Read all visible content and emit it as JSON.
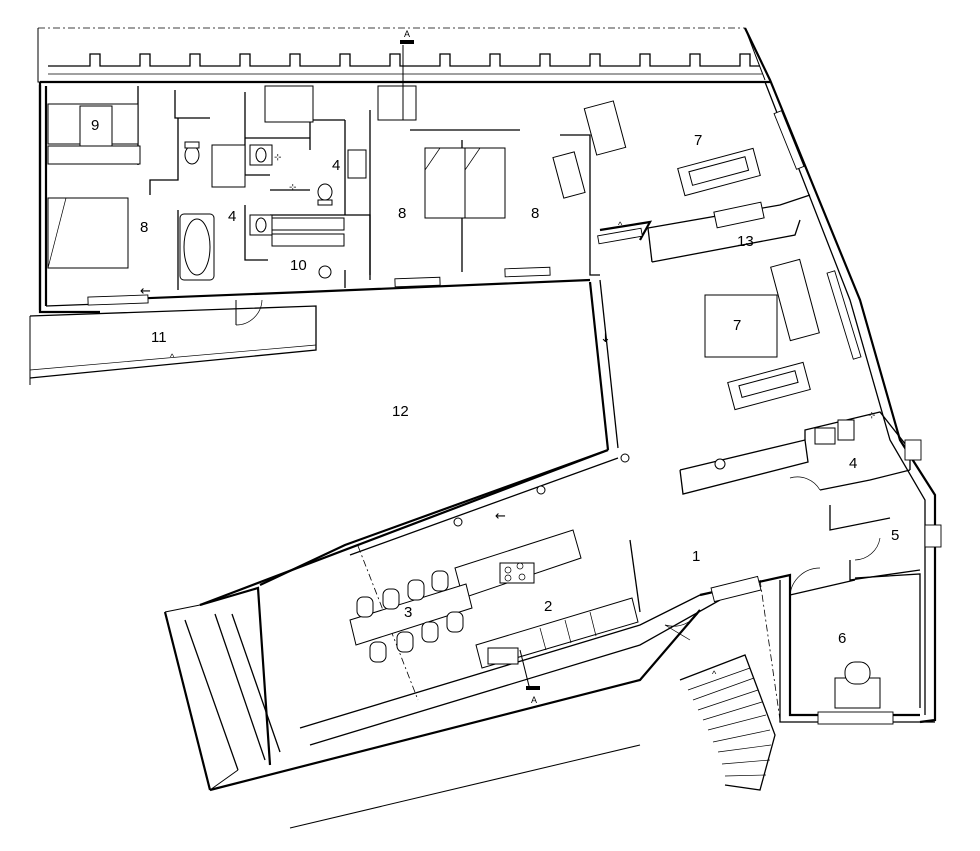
{
  "rooms": [
    {
      "id": "9",
      "label": "9"
    },
    {
      "id": "4-bath",
      "label": "4"
    },
    {
      "id": "4-wc-top",
      "label": "4"
    },
    {
      "id": "8-master",
      "label": "8"
    },
    {
      "id": "8-bed-mid",
      "label": "8"
    },
    {
      "id": "8-bed-right",
      "label": "8"
    },
    {
      "id": "10",
      "label": "10"
    },
    {
      "id": "7-top",
      "label": "7"
    },
    {
      "id": "13",
      "label": "13"
    },
    {
      "id": "7-living",
      "label": "7"
    },
    {
      "id": "11",
      "label": "11"
    },
    {
      "id": "12",
      "label": "12"
    },
    {
      "id": "4-wc-right",
      "label": "4"
    },
    {
      "id": "1",
      "label": "1"
    },
    {
      "id": "5",
      "label": "5"
    },
    {
      "id": "2",
      "label": "2"
    },
    {
      "id": "3",
      "label": "3"
    },
    {
      "id": "6",
      "label": "6"
    }
  ],
  "section_marks": [
    {
      "id": "top",
      "label": "A"
    },
    {
      "id": "bottom",
      "label": "A"
    }
  ],
  "arrows": [
    {
      "id": "bedroom-arrow",
      "glyph": "←"
    },
    {
      "id": "terrace-arrow",
      "glyph": "↓"
    },
    {
      "id": "kitchen-arrow",
      "glyph": "←"
    }
  ]
}
